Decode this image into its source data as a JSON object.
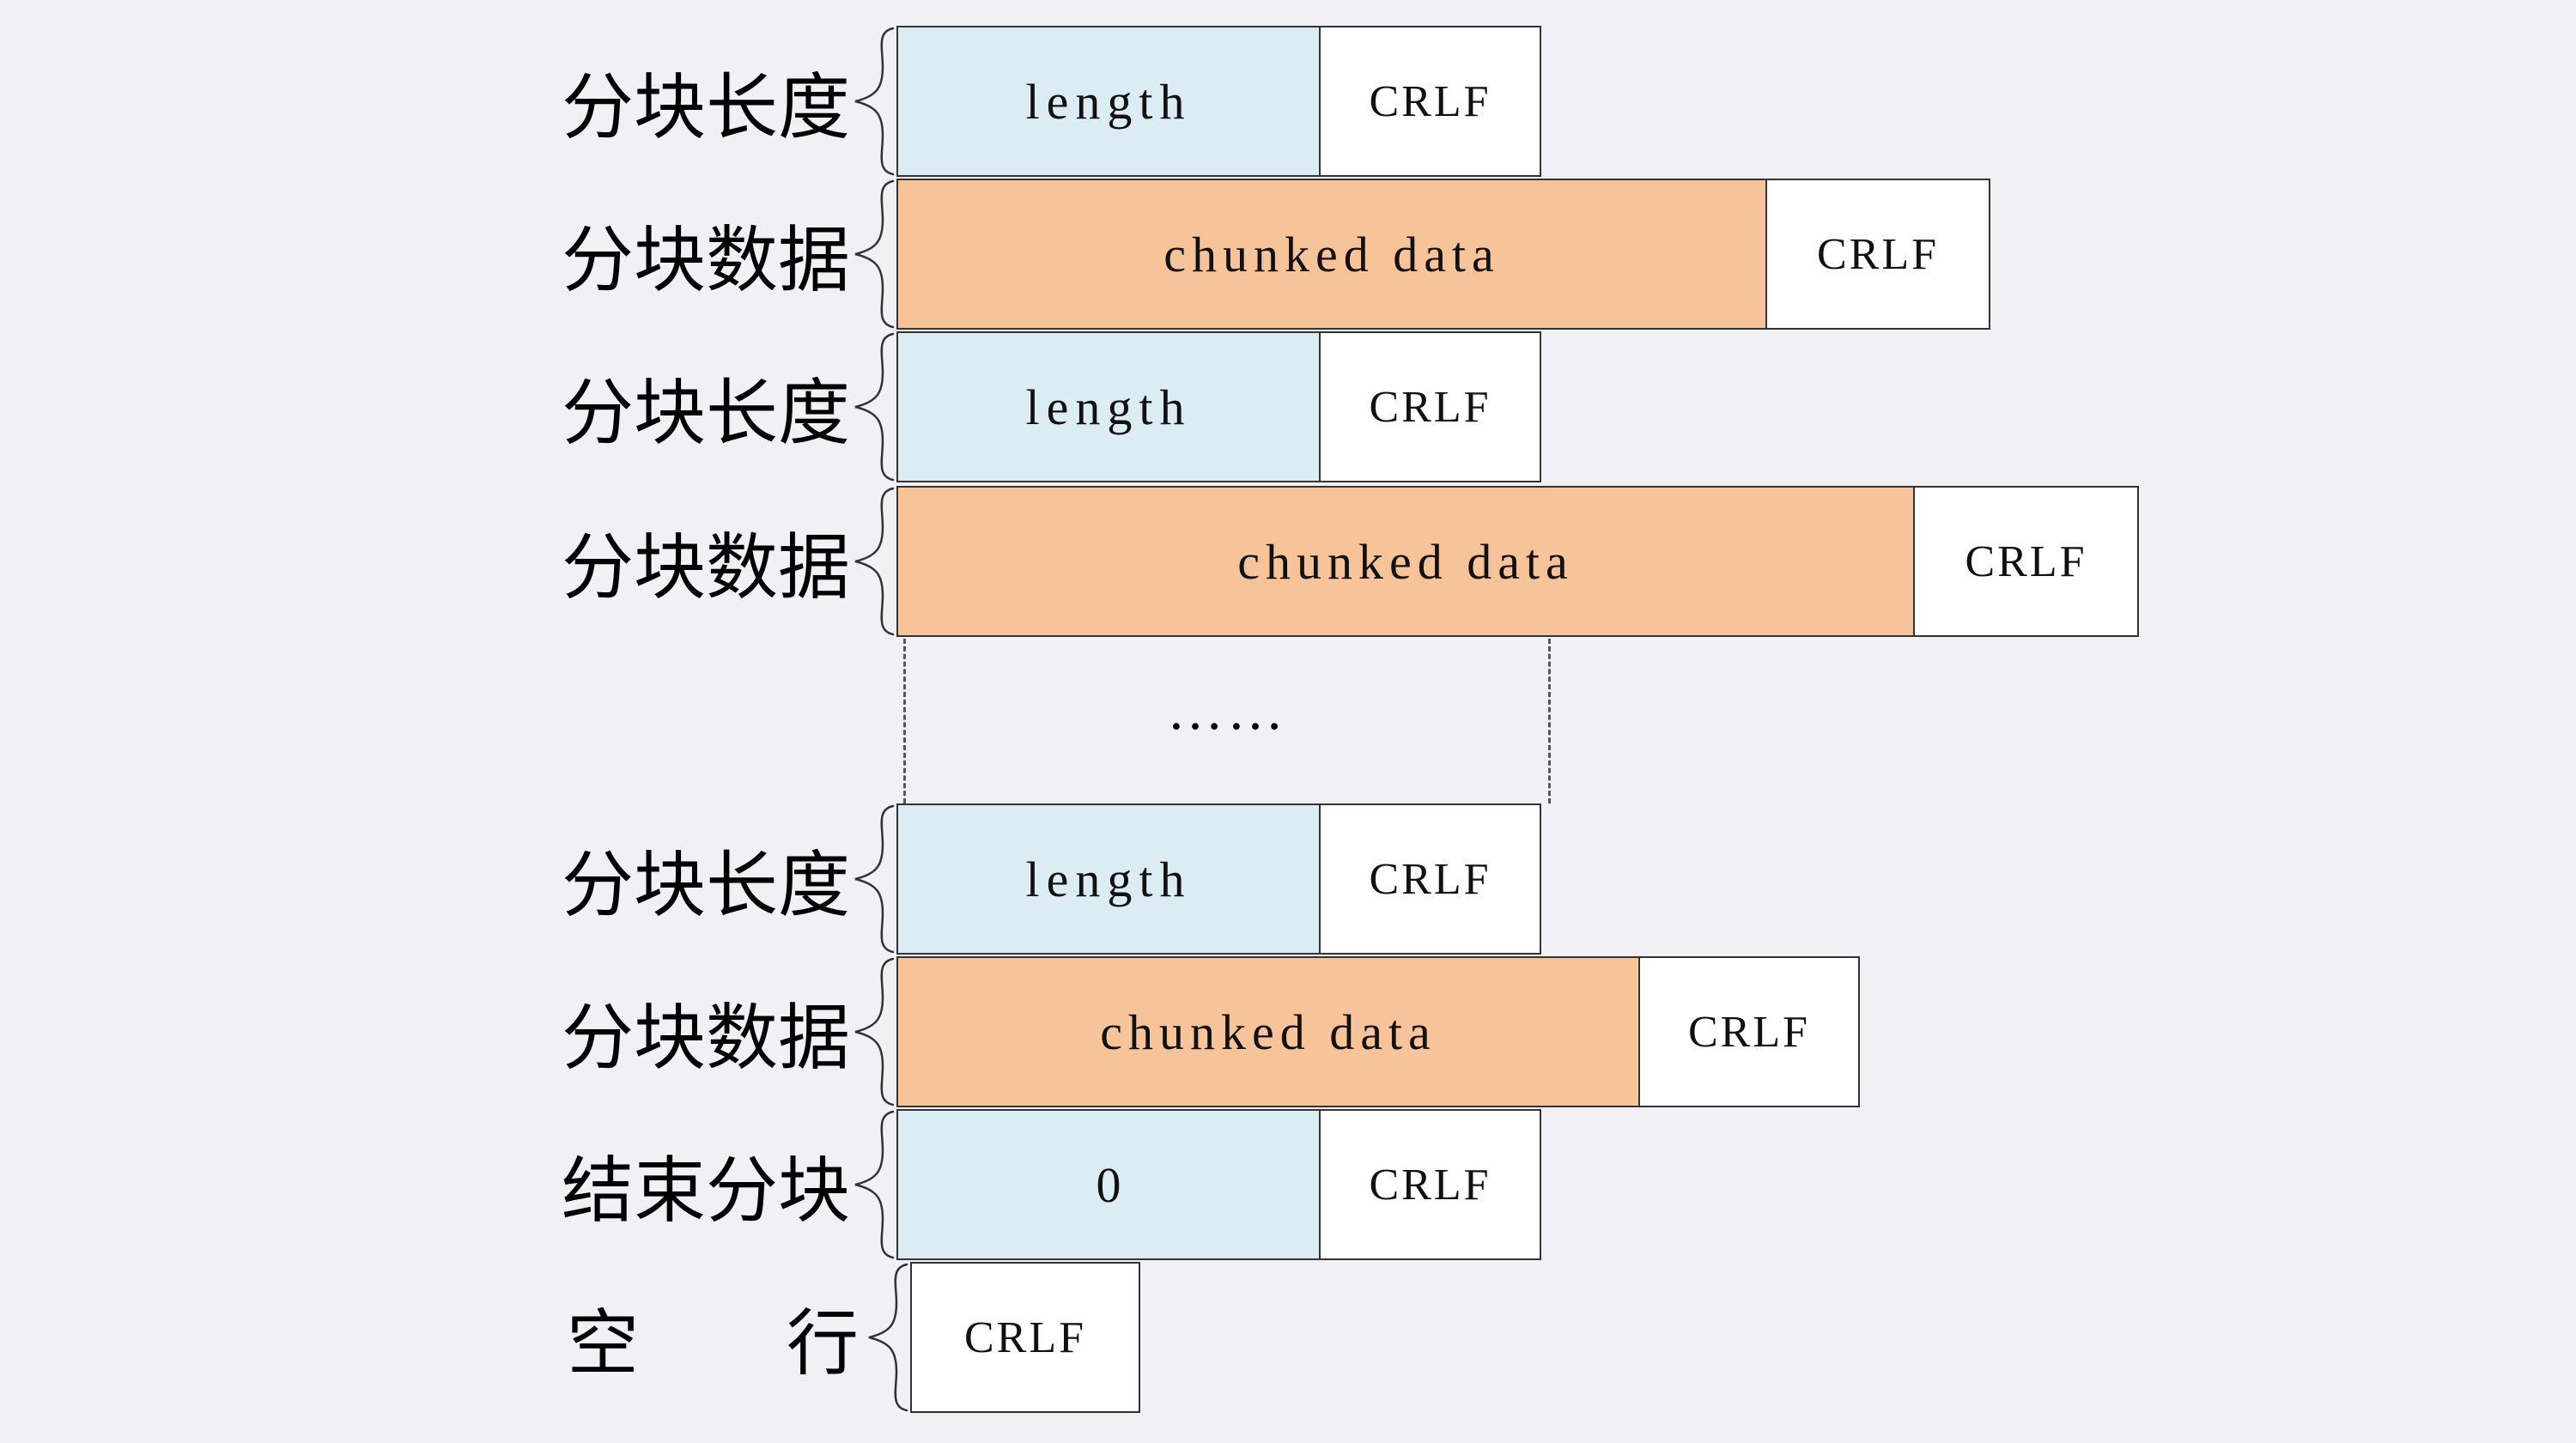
{
  "diagram": {
    "description_labels": {
      "chunk_length": "分块长度",
      "chunk_data": "分块数据",
      "end_chunk": "结束分块",
      "blank_line_left": "空",
      "blank_line_right": "行"
    },
    "rows": [
      {
        "label": "分块长度",
        "cells": [
          {
            "text": "length"
          },
          {
            "text": "CRLF"
          }
        ]
      },
      {
        "label": "分块数据",
        "cells": [
          {
            "text": "chunked data"
          },
          {
            "text": "CRLF"
          }
        ]
      },
      {
        "label": "分块长度",
        "cells": [
          {
            "text": "length"
          },
          {
            "text": "CRLF"
          }
        ]
      },
      {
        "label": "分块数据",
        "cells": [
          {
            "text": "chunked data"
          },
          {
            "text": "CRLF"
          }
        ]
      },
      {
        "label": "分块长度",
        "cells": [
          {
            "text": "length"
          },
          {
            "text": "CRLF"
          }
        ]
      },
      {
        "label": "分块数据",
        "cells": [
          {
            "text": "chunked data"
          },
          {
            "text": "CRLF"
          }
        ]
      },
      {
        "label": "结束分块",
        "cells": [
          {
            "text": "0"
          },
          {
            "text": "CRLF"
          }
        ]
      },
      {
        "label_parts": [
          "空",
          "行"
        ],
        "cells": [
          {
            "text": "CRLF"
          }
        ]
      }
    ],
    "ellipsis": "……",
    "colors": {
      "background": "#f1f0f5",
      "length_box": "#dbedf3",
      "data_box": "#f7c499",
      "crlf_box": "#ffffff",
      "border": "#333333",
      "dashed_guide": "#555555"
    }
  }
}
